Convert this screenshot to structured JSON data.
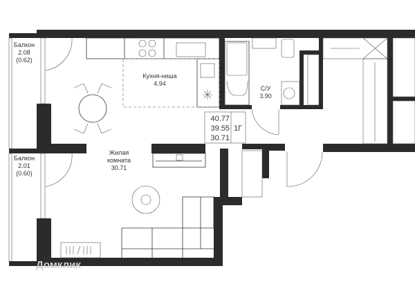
{
  "rooms": {
    "balcony1": {
      "name": "Балкон",
      "area": "2.08",
      "reduced": "(0.62)"
    },
    "balcony2": {
      "name": "Балкон",
      "area": "2.01",
      "reduced": "(0.60)"
    },
    "kitchen": {
      "name": "Кухня-ниша",
      "area": "4.94"
    },
    "living": {
      "name1": "Жилая",
      "name2": "комната",
      "area": "30.71"
    },
    "bathroom": {
      "name": "С/У",
      "area": "3.90"
    }
  },
  "summary": {
    "total": "40.77",
    "reduced_total": "39.55",
    "living": "30.71",
    "type": "1Г"
  },
  "watermark": "Домклик",
  "colors": {
    "wall": "#2b2b2b",
    "line": "#333333"
  }
}
